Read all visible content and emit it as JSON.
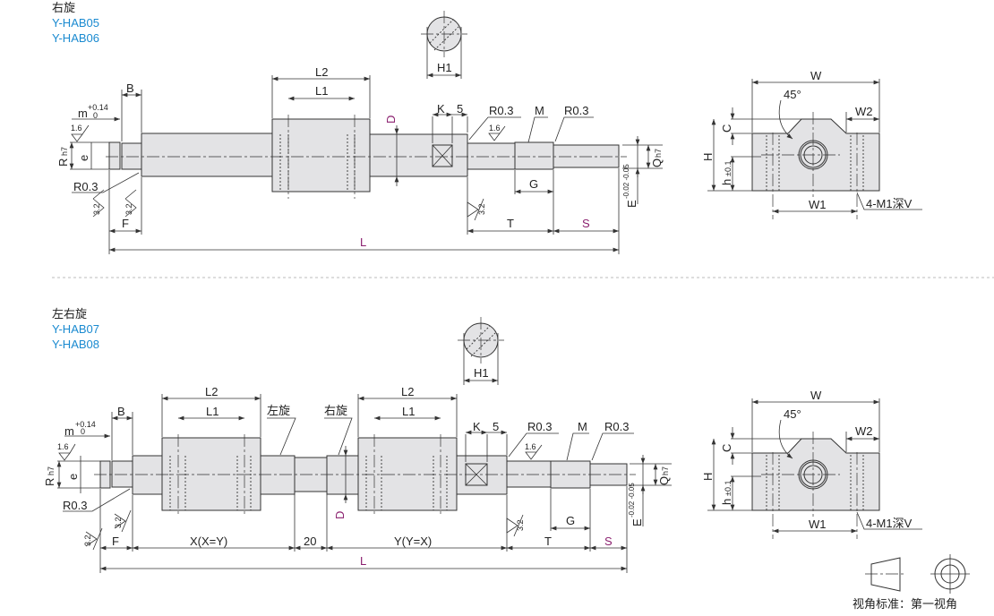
{
  "top_section": {
    "title": "右旋",
    "models": [
      "Y-HAB05",
      "Y-HAB06"
    ],
    "labels": {
      "L2": "L2",
      "L1": "L1",
      "B": "B",
      "m": "m",
      "m_tol_upper": "+0.14",
      "m_tol_lower": "0",
      "R": "R",
      "R_tol": "h7",
      "e": "e",
      "R03_left": "R0.3",
      "F": "F",
      "L": "L",
      "D": "D",
      "K": "K",
      "five": "5",
      "R03_mid": "R0.3",
      "M": "M",
      "R03_right": "R0.3",
      "G": "G",
      "T": "T",
      "S": "S",
      "Q": "Q",
      "Q_tol": "h7",
      "E": "E",
      "E_tol": "-0.02 -0.05",
      "rough_16": "1.6",
      "rough_32": "3.2",
      "H1": "H1"
    }
  },
  "bottom_section": {
    "title": "左右旋",
    "models": [
      "Y-HAB07",
      "Y-HAB08"
    ],
    "labels": {
      "L2a": "L2",
      "L1a": "L1",
      "L2b": "L2",
      "L1b": "L1",
      "left_hand": "左旋",
      "right_hand": "右旋",
      "B": "B",
      "m": "m",
      "m_tol_upper": "+0.14",
      "m_tol_lower": "0",
      "R": "R",
      "R_tol": "h7",
      "e": "e",
      "R03_left": "R0.3",
      "F": "F",
      "X": "X(X=Y)",
      "twenty": "20",
      "Y": "Y(Y=X)",
      "T": "T",
      "S": "S",
      "L": "L",
      "D": "D",
      "K": "K",
      "five": "5",
      "R03_mid": "R0.3",
      "M": "M",
      "R03_right": "R0.3",
      "G": "G",
      "Q": "Q",
      "Q_tol": "h7",
      "E": "E",
      "E_tol": "-0.02 -0.05",
      "rough_16": "1.6",
      "rough_32": "3.2",
      "H1": "H1"
    }
  },
  "side_view": {
    "W": "W",
    "angle": "45°",
    "W2": "W2",
    "C": "C",
    "H": "H",
    "h": "h",
    "h_tol": "±0.1",
    "W1": "W1",
    "holes": "4-M1深V"
  },
  "projection_note": "视角标准：第一视角"
}
